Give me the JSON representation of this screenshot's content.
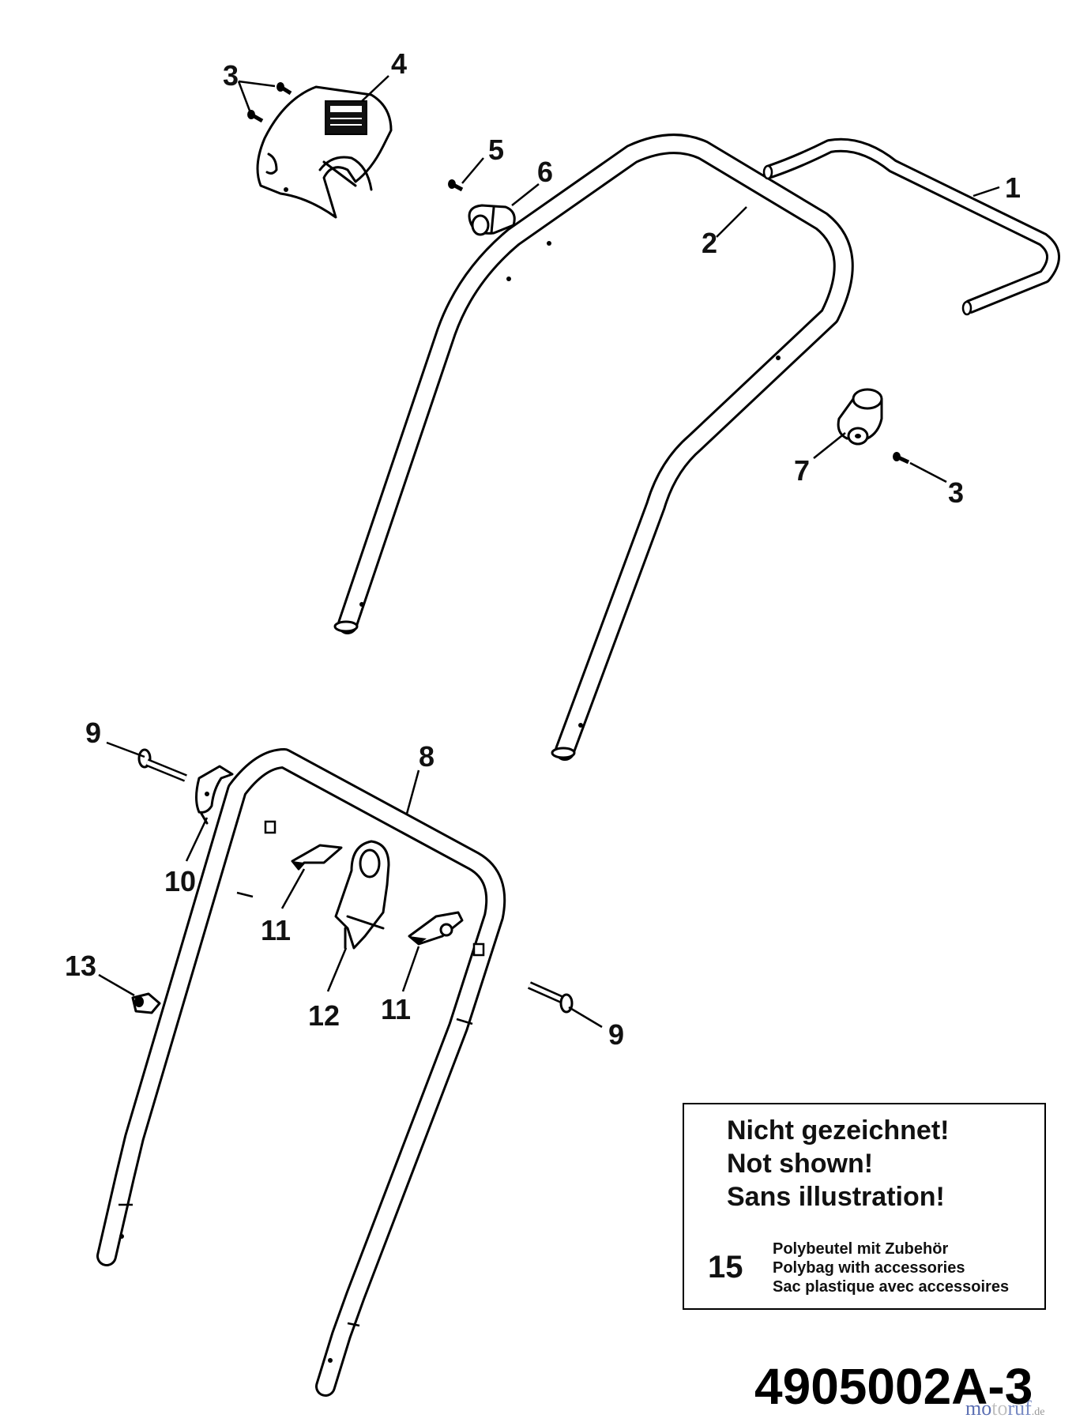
{
  "diagram": {
    "code": "4905002A-3",
    "watermark": {
      "part1": "mo",
      "part2": "to",
      "part3": "ruf",
      "suffix": ".de"
    },
    "callouts": {
      "c1": "1",
      "c2": "2",
      "c3a": "3",
      "c3b": "3",
      "c4": "4",
      "c5": "5",
      "c6": "6",
      "c7": "7",
      "c8": "8",
      "c9a": "9",
      "c9b": "9",
      "c10": "10",
      "c11a": "11",
      "c11b": "11",
      "c12": "12",
      "c13": "13"
    }
  },
  "not_shown": {
    "heading_de": "Nicht gezeichnet!",
    "heading_en": "Not shown!",
    "heading_fr": "Sans illustration!",
    "item_number": "15",
    "item_de": "Polybeutel mit Zubehör",
    "item_en": "Polybag with accessories",
    "item_fr": "Sac plastique avec accessoires"
  }
}
